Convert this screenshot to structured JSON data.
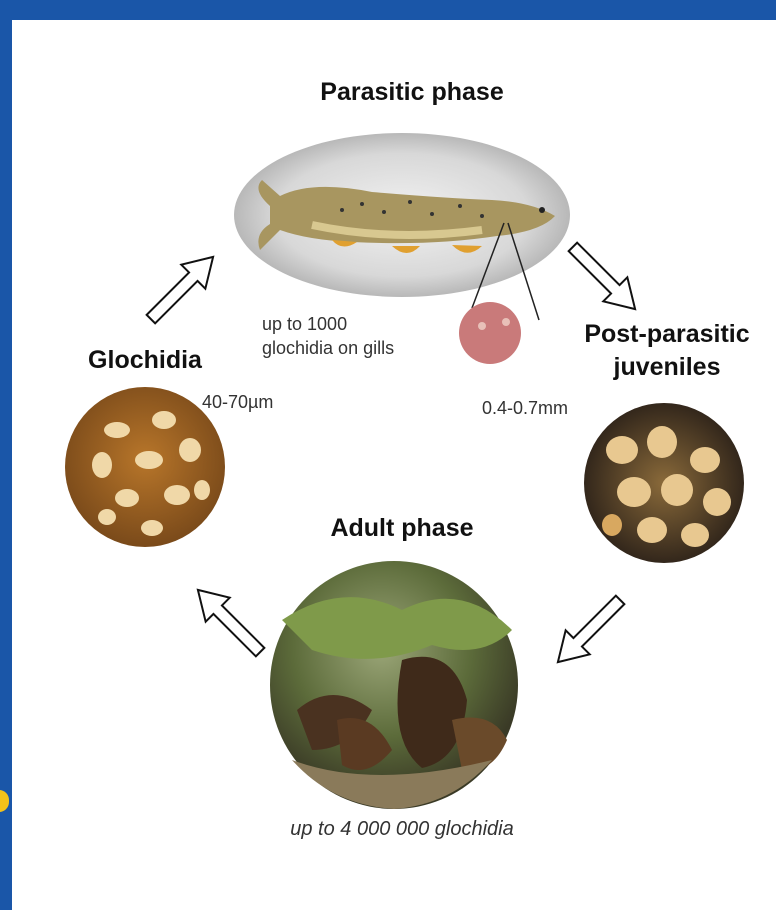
{
  "phases": {
    "parasitic": {
      "title": "Parasitic phase",
      "note": "up to 1000\nglochidia on gills"
    },
    "post_parasitic": {
      "title": "Post-parasitic\njuveniles",
      "size": "0.4-0.7mm"
    },
    "adult": {
      "title": "Adult phase",
      "note": "up to 4 000 000 glochidia"
    },
    "glochidia": {
      "title": "Glochidia",
      "size": "40-70µm"
    }
  },
  "colors": {
    "frame": "#1a56a8",
    "accent_dot": "#f4c21a",
    "panel": "#ffffff"
  }
}
